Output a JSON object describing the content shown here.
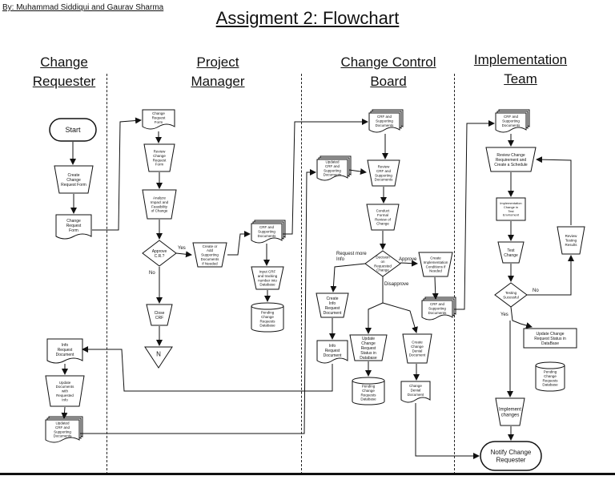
{
  "header": {
    "authors": "By: Muhammad Siddiqui and Gaurav Sharma",
    "title": "Assigment 2: Flowchart"
  },
  "lanes": [
    {
      "line1": "Change",
      "line2": "Requester"
    },
    {
      "line1": "Project",
      "line2": "Manager"
    },
    {
      "line1": "Change Control",
      "line2": "Board"
    },
    {
      "line1": "Implementation",
      "line2": "Team"
    }
  ],
  "nodes": {
    "start": "Start",
    "create_crf": "Create Change Request Form",
    "crf_doc": "Change Request Form",
    "pm_crf_doc": "Change Request Form",
    "review_crf": "Review Change Request Form",
    "analyze": "Analyze Impact and Feasibility of Change",
    "approve_crf": "Approve C.R.?",
    "create_docs": "Create or Add Supporting Documents if Needed",
    "crf_supp_1": "CRF and Supporting Documents",
    "input_db_1": "Input CRF and tracking number into Database",
    "pending_db_1": "Pending Change Requests Database",
    "close_crf": "Close CRF",
    "off_page": "N",
    "ccb_docs": "CRF and Supporting Documents",
    "updated_docs_ccb": "Updated CRF and Supporting Documents",
    "review_docs": "Review CRF and Supporting Documents",
    "formal_review": "Conduct Formal Review of Change",
    "decision": "Decision on Requested Change",
    "create_info": "Create Info Request Document",
    "info_doc_ccb": "Info Request Document",
    "impl_conditions": "Create Implementation Conditions if Needed",
    "crf_supp_ccb": "CRF and Supporting Documents",
    "update_status_ccb": "Update Change Request Status in Database",
    "pending_db_ccb": "Pending Change Requests Database",
    "create_denial": "Create Change Denial Document",
    "denial_doc": "Change Denial Document",
    "info_doc_req": "Info Request Document",
    "update_docs_req": "Update Documents with Requested Info",
    "updated_docs_req": "Updated CRF and Supporting Documents",
    "impl_docs": "CRF and Supporting Documents",
    "review_req": "Review Change Requirement and Create a Schedule",
    "implement_test": "Implementation Change in Test Enviroment",
    "test_change": "Test Change",
    "testing_ok": "Testing Sucessful",
    "review_results": "Review Testing Results",
    "update_status_impl": "Update Change Request Status in DataBase",
    "pending_db_impl": "Pending Change Requests Database",
    "implement": "Implement changes",
    "notify": "Notify Change Requester"
  },
  "edge_labels": {
    "yes_approve": "Yes",
    "no_approve": "No",
    "request_info": "Request more Info",
    "approve": "Approve",
    "disapprove": "Disapprove",
    "no_testing": "No",
    "yes_testing": "Yes"
  },
  "colors": {
    "stroke": "#111111",
    "fill": "#ffffff"
  }
}
